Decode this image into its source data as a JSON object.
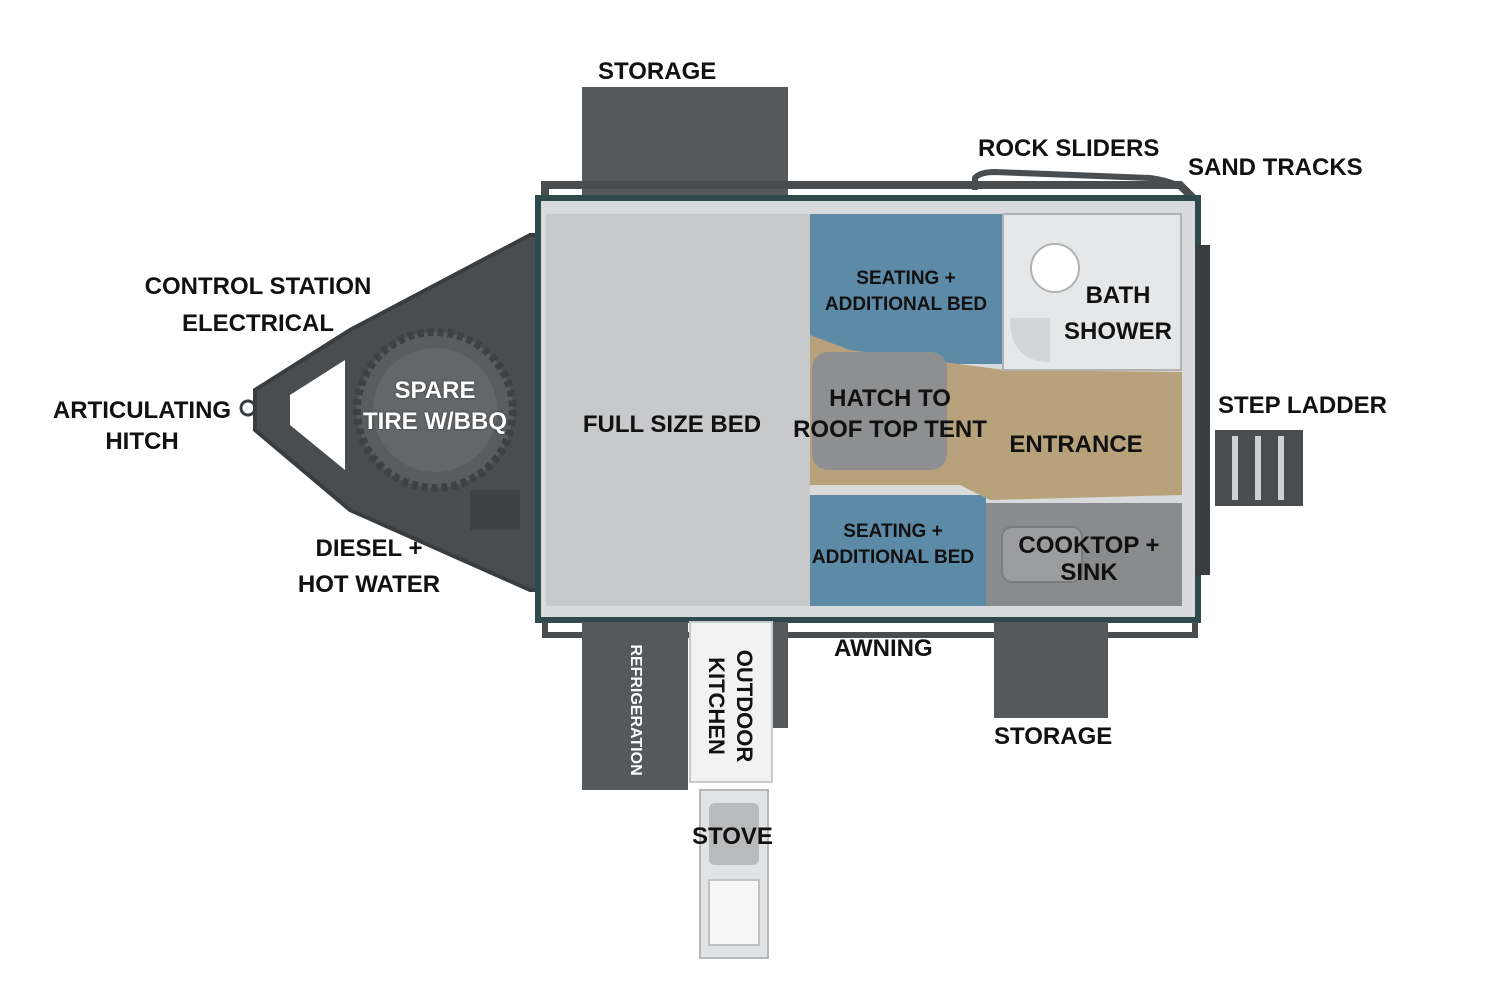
{
  "labels": {
    "storage_top": "STORAGE",
    "rock_sliders": "ROCK SLIDERS",
    "sand_tracks": "SAND TRACKS",
    "control_station": [
      "CONTROL STATION",
      "ELECTRICAL"
    ],
    "articulating_hitch": [
      "ARTICULATING",
      "HITCH"
    ],
    "spare_tire": [
      "SPARE",
      "TIRE W/BBQ"
    ],
    "full_size_bed": "FULL SIZE BED",
    "seating_top": [
      "SEATING +",
      "ADDITIONAL BED"
    ],
    "seating_bottom": [
      "SEATING +",
      "ADDITIONAL BED"
    ],
    "hatch": [
      "HATCH TO",
      "ROOF TOP TENT"
    ],
    "entrance": "ENTRANCE",
    "bath_shower": [
      "BATH",
      "SHOWER"
    ],
    "step_ladder": "STEP LADDER",
    "cooktop_sink": [
      "COOKTOP +",
      "SINK"
    ],
    "diesel_hot_water": [
      "DIESEL +",
      "HOT WATER"
    ],
    "awning": "AWNING",
    "storage_bottom": "STORAGE",
    "refrigeration": "REFRIGERATION",
    "outdoor_kitchen": [
      "OUTDOOR",
      "KITCHEN"
    ],
    "stove": "STOVE"
  },
  "colors": {
    "frame": "#4a4d4f",
    "frame_dark": "#3a3d3f",
    "body_edge": "#2f4a4c",
    "bed": "#c8c9cb",
    "seating": "#5d8aa6",
    "floor": "#b8a27c",
    "bath": "#e6e7e8",
    "counter": "#8a8b8c",
    "storage": "#56595b",
    "kitchen": "#f2f2f2"
  }
}
